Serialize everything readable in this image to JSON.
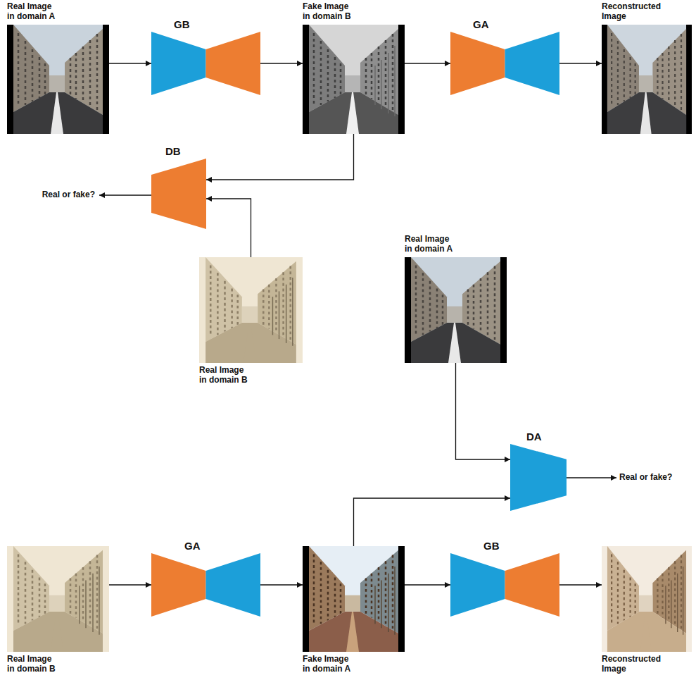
{
  "diagram": {
    "nodes": [
      {
        "text": [
          "Real Image in domain A"
        ]
      },
      {
        "text": [
          "GB"
        ]
      },
      {
        "text": [
          "Fake Image in domain B"
        ]
      },
      {
        "text": [
          "GA"
        ]
      },
      {
        "text": [
          "Reconstructed Image"
        ]
      },
      {
        "text": [
          "DB"
        ]
      },
      {
        "text": [
          "Real Image in domain B"
        ]
      },
      {
        "text": [
          "Real Image in domain A"
        ]
      },
      {
        "text": [
          "DA"
        ]
      },
      {
        "text": [
          "Real Image in domain B"
        ]
      },
      {
        "text": [
          "GA"
        ]
      },
      {
        "text": [
          "Fake Image in domain A"
        ]
      },
      {
        "text": [
          "GB"
        ]
      },
      {
        "text": [
          "Reconstructed Image"
        ]
      }
    ],
    "edges": [
      {
        "from": 0,
        "to": 1,
        "arrow": "to"
      },
      {
        "from": 1,
        "to": 2,
        "arrow": "to"
      },
      {
        "from": 2,
        "to": 3,
        "arrow": "to"
      },
      {
        "from": 3,
        "to": 4,
        "arrow": "to"
      },
      {
        "from": 2,
        "to": 5,
        "arrow": "to"
      },
      {
        "from": 6,
        "to": 5,
        "arrow": "to"
      },
      {
        "from": 7,
        "to": 8,
        "arrow": "to"
      },
      {
        "from": 11,
        "to": 8,
        "arrow": "to"
      },
      {
        "from": 9,
        "to": 10,
        "arrow": "to"
      },
      {
        "from": 10,
        "to": 11,
        "arrow": "to"
      },
      {
        "from": 11,
        "to": 12,
        "arrow": "to"
      },
      {
        "from": 12,
        "to": 13,
        "arrow": "to"
      }
    ],
    "labels": [
      "Real or fake?",
      "Real or fake?"
    ]
  }
}
